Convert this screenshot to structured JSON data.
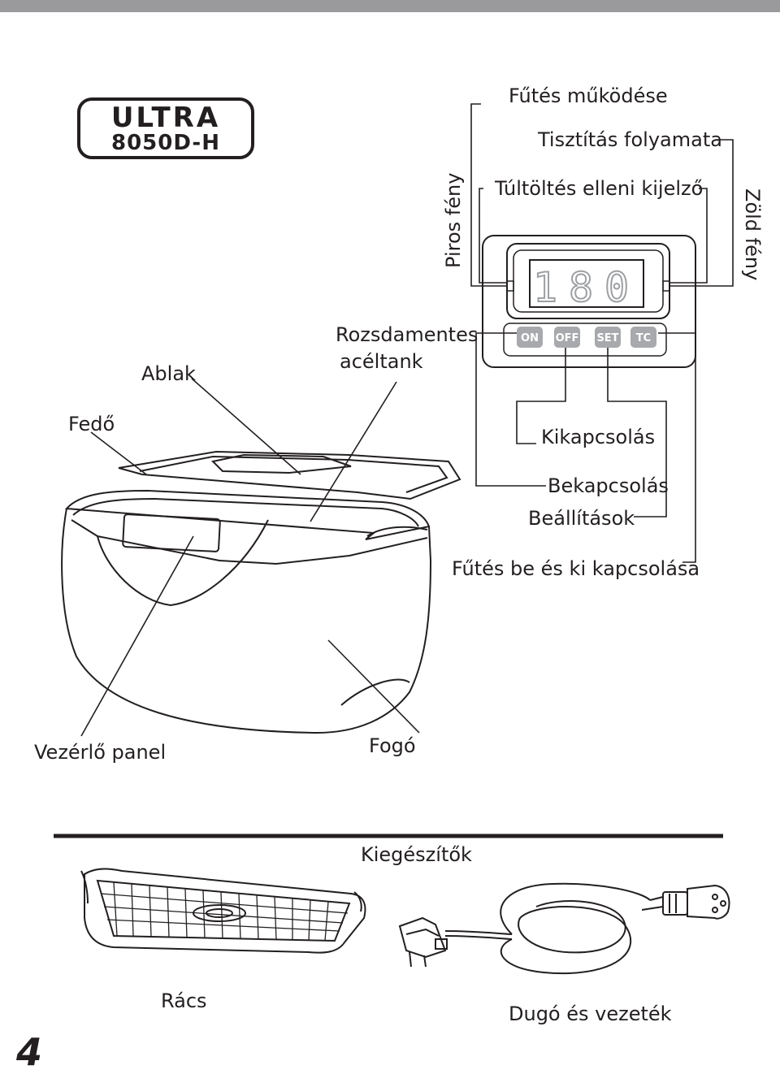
{
  "logo": {
    "line1": "ULTRA",
    "line2": "8050D-H"
  },
  "labels": {
    "heating_operation": "Fűtés működése",
    "cleaning_process": "Tisztítás folyamata",
    "overload_indicator": "Túltöltés elleni kijelző",
    "red_light": "Piros fény",
    "green_light": "Zöld fény",
    "window": "Ablak",
    "steel_tank_line1": "Rozsdamentes",
    "steel_tank_line2": "acéltank",
    "lid": "Fedő",
    "switch_off": "Kikapcsolás",
    "switch_on": "Bekapcsolás",
    "settings": "Beállítások",
    "heating_toggle": "Fűtés be és ki kapcsolása",
    "control_panel": "Vezérlő panel",
    "handle": "Fogó",
    "accessories": "Kiegészítők",
    "grid": "Rács",
    "plug_and_cord": "Dugó és vezeték"
  },
  "display": {
    "reading": "180"
  },
  "buttons": [
    {
      "label": "ON"
    },
    {
      "label": "OFF"
    },
    {
      "label": "SET"
    },
    {
      "label": "TC"
    }
  ],
  "page_number": "4",
  "colors": {
    "line": "#231f20",
    "button": "#a7a9ac",
    "display_digits": "#9d9fa2",
    "top_bar": "#9a9a9c"
  }
}
